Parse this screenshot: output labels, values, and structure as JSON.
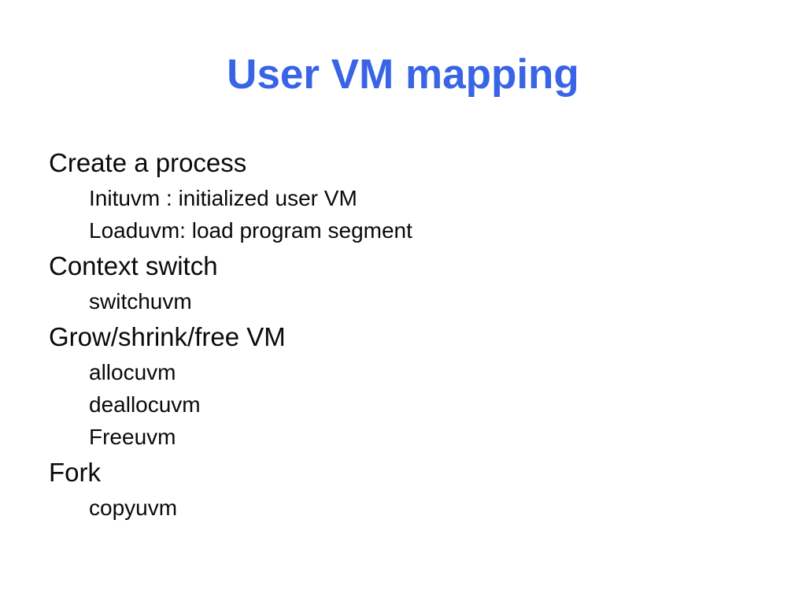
{
  "slide": {
    "title": "User VM mapping",
    "title_color": "#3964e5",
    "body_color": "#0a0a0a",
    "background_color": "#ffffff",
    "body": {
      "items": [
        {
          "level": 1,
          "text": "Create a process"
        },
        {
          "level": 2,
          "text": "Inituvm : initialized user VM"
        },
        {
          "level": 2,
          "text": "Loaduvm: load program segment"
        },
        {
          "level": 1,
          "text": "Context switch"
        },
        {
          "level": 2,
          "text": "switchuvm"
        },
        {
          "level": 1,
          "text": "Grow/shrink/free VM"
        },
        {
          "level": 2,
          "text": "allocuvm"
        },
        {
          "level": 2,
          "text": "deallocuvm"
        },
        {
          "level": 2,
          "text": "Freeuvm"
        },
        {
          "level": 1,
          "text": "Fork"
        },
        {
          "level": 2,
          "text": "copyuvm"
        }
      ]
    }
  }
}
